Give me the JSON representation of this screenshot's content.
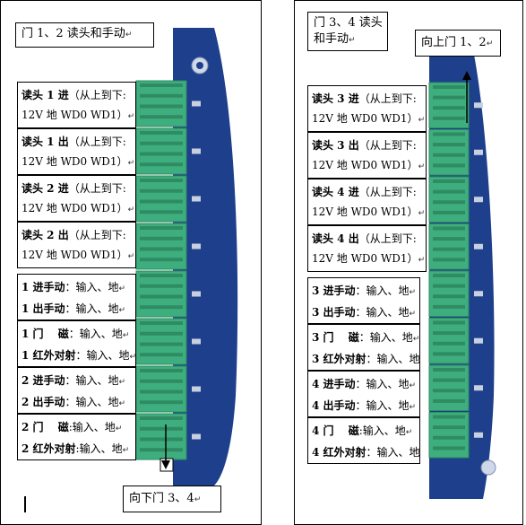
{
  "left_panel": {
    "title": "门 1、2 读头和手动",
    "arrow_label": "向下门 3、4",
    "readers": [
      {
        "name": "读头 1 进",
        "note": "（从上到下:",
        "pins": "12V  地  WD0 WD1）"
      },
      {
        "name": "读头 1 出",
        "note": "（从上到下:",
        "pins": "12V  地  WD0 WD1）"
      },
      {
        "name": "读头 2 进",
        "note": "（从上到下:",
        "pins": "12V  地  WD0 WD1）"
      },
      {
        "name": "读头 2 出",
        "note": "（从上到下:",
        "pins": "12V  地  WD0 WD1）"
      }
    ],
    "groups": [
      [
        {
          "name": "1 进手动",
          "rest": "：输入、地"
        },
        {
          "name": "1 出手动",
          "rest": "：输入、地"
        }
      ],
      [
        {
          "name": "1 门　 磁",
          "rest": "：输入、地"
        },
        {
          "name": "1 红外对射",
          "rest": "：输入、地"
        }
      ],
      [
        {
          "name": "2 进手动",
          "rest": "：输入、地"
        },
        {
          "name": "2 出手动",
          "rest": "：输入、地"
        }
      ],
      [
        {
          "name": "2 门　 磁",
          "rest": ":输入、地"
        },
        {
          "name": "2 红外对射",
          "rest": ":输入、地"
        }
      ]
    ]
  },
  "right_panel": {
    "title_line1": "门 3、4 读头",
    "title_line2": "和手动",
    "arrow_label": "向上门 1、2",
    "readers": [
      {
        "name": "读头 3 进",
        "note": "（从上到下:",
        "pins": "12V  地  WD0 WD1）"
      },
      {
        "name": "读头 3 出",
        "note": "（从上到下:",
        "pins": "12V  地  WD0 WD1）"
      },
      {
        "name": "读头 4 进",
        "note": "（从上到下:",
        "pins": "12V  地  WD0 WD1）"
      },
      {
        "name": "读头 4 出",
        "note": "（从上到下:",
        "pins": "12V  地  WD0 WD1）"
      }
    ],
    "groups": [
      [
        {
          "name": "3 进手动",
          "rest": "：输入、地"
        },
        {
          "name": "3 出手动",
          "rest": "：输入、地"
        }
      ],
      [
        {
          "name": "3 门　 磁",
          "rest": "：输入、地"
        },
        {
          "name": "3 红外对射",
          "rest": "：输入、地"
        }
      ],
      [
        {
          "name": "4 进手动",
          "rest": "：输入、地"
        },
        {
          "name": "4 出手动",
          "rest": "：输入、地"
        }
      ],
      [
        {
          "name": "4 门　 磁",
          "rest": ":输入、地"
        },
        {
          "name": "4 红外对射",
          "rest": "：输入、地"
        }
      ]
    ]
  },
  "paragraph_mark": "↵",
  "colors": {
    "board_blue": "#1d3f8c",
    "terminal_green": "#3fae7e",
    "terminal_dark": "#2e8b62"
  }
}
